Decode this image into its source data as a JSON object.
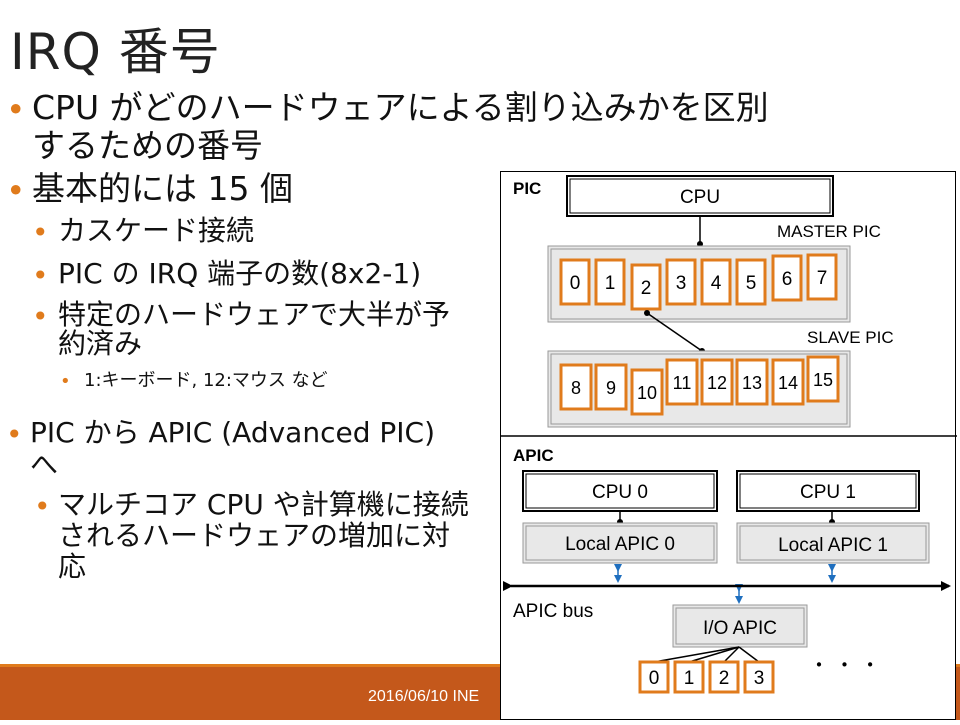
{
  "slide": {
    "title": "IRQ 番号",
    "bullets": {
      "b1_line1": "CPU がどのハードウェアによる割り込みかを区別",
      "b1_line2": "するための番号",
      "b2": "基本的には 15 個",
      "b2_1": "カスケード接続",
      "b2_2": "PIC の IRQ 端子の数(8x2-1)",
      "b2_3_line1": "特定のハードウェアで大半が予",
      "b2_3_line2": "約済み",
      "b2_3_1": "1:キーボード, 12:マウス など",
      "b3_line1": "PIC から APIC (Advanced PIC)",
      "b3_line2": "へ",
      "b3_1_line1": "マルチコア CPU や計算機に接続",
      "b3_1_line2": "されるハードウェアの増加に対",
      "b3_1_line3": "応"
    },
    "footer": "2016/06/10 INE"
  },
  "diagram": {
    "pic": {
      "section_label": "PIC",
      "cpu_label": "CPU",
      "master_label": "MASTER  PIC",
      "slave_label": "SLAVE  PIC",
      "master_irqs": [
        "0",
        "1",
        "2",
        "3",
        "4",
        "5",
        "6",
        "7"
      ],
      "slave_irqs": [
        "8",
        "9",
        "10",
        "11",
        "12",
        "13",
        "14",
        "15"
      ]
    },
    "apic": {
      "section_label": "APIC",
      "cpu0": "CPU 0",
      "cpu1": "CPU 1",
      "local0": "Local APIC 0",
      "local1": "Local APIC 1",
      "bus_label": "APIC bus",
      "ioapic": "I/O APIC",
      "io_irqs": [
        "0",
        "1",
        "2",
        "3"
      ],
      "ellipsis": "・ ・ ・"
    },
    "colors": {
      "irq_border": "#e07b1c",
      "bus_arrow": "#1f6fbf",
      "group_fill": "#e8e8e8"
    }
  }
}
